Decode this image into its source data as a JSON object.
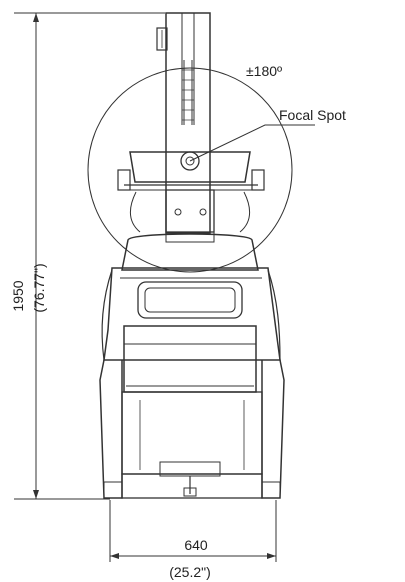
{
  "diagram": {
    "rotation_label": "±180º",
    "focal_spot_label": "Focal Spot",
    "height_mm": "1950",
    "height_in": "(76.77\")",
    "width_mm": "640",
    "width_in": "(25.2\")"
  }
}
